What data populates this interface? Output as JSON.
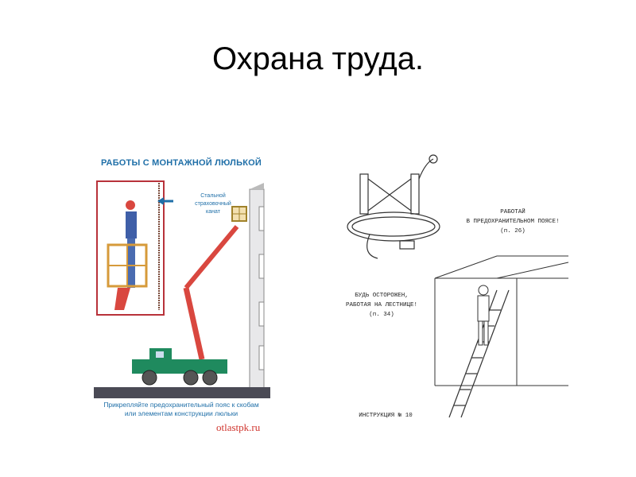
{
  "slide": {
    "title": "Охрана труда."
  },
  "poster_left": {
    "title": "РАБОТЫ С МОНТАЖНОЙ ЛЮЛЬКОЙ",
    "rope_label": [
      "Стальной",
      "страховочный",
      "канат"
    ],
    "caption": [
      "Прикрепляйте предохранительный пояс к скобам",
      "или элементам конструкции люльки"
    ],
    "watermark": "otlastpk.ru",
    "colors": {
      "text": "#1f6fa8",
      "frame": "#b8323a",
      "boom": "#d9473f",
      "truck": "#1f8a5e"
    }
  },
  "poster_right": {
    "belt_text": [
      "РАБОТАЙ",
      "В ПРЕДОХРАНИТЕЛЬНОМ ПОЯСЕ!",
      "(п. 26)"
    ],
    "ladder_text": [
      "БУДЬ ОСТОРОЖЕН,",
      "РАБОТАЯ НА ЛЕСТНИЦЕ!",
      "(п. 34)"
    ],
    "footer": "ИНСТРУКЦИЯ № 10"
  }
}
